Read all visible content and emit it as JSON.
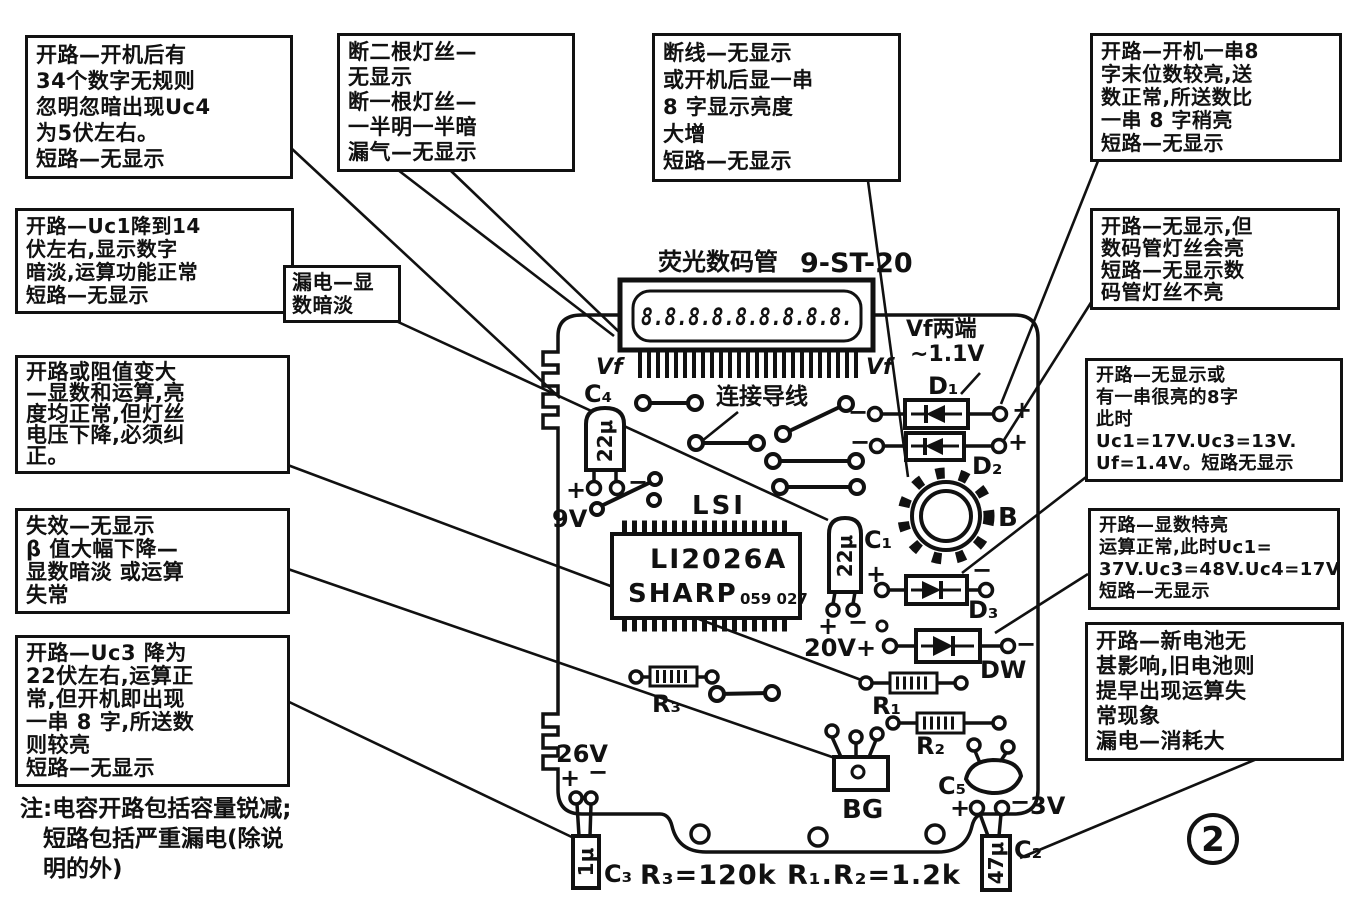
{
  "figure": {
    "number": "2",
    "formula": "R₃=120k R₁.R₂=1.2k",
    "note_lines": [
      "注:电容开路包括容量锐减;",
      "　短路包括严重漏电(除说",
      "　明的外)"
    ]
  },
  "callouts": [
    {
      "id": "c4",
      "lines": [
        "开路—开机后有",
        "34个数字无规则",
        "忽明忽暗出现Uc4",
        "为5伏左右。",
        "短路—无显示"
      ]
    },
    {
      "id": "filament",
      "lines": [
        "断二根灯丝—",
        "无显示",
        "断一根灯丝—",
        "一半明一半暗",
        "漏气—无显示"
      ]
    },
    {
      "id": "wire-b",
      "lines": [
        "断线—无显示",
        "或开机后显一串",
        "8 字显示亮度",
        "大增",
        "短路—无显示"
      ]
    },
    {
      "id": "d1",
      "lines": [
        "开路—开机一串8",
        "字末位数较亮,送",
        "数正常,所送数比",
        "一串 8 字稍亮",
        "短路—无显示"
      ]
    },
    {
      "id": "c1",
      "lines": [
        "开路—Uc1降到14",
        "伏左右,显示数字",
        "暗淡,运算功能正常",
        "短路—无显示"
      ]
    },
    {
      "id": "c1-leak",
      "lines": [
        "漏电—显",
        "数暗淡"
      ]
    },
    {
      "id": "d2",
      "lines": [
        "开路—无显示,但",
        "数码管灯丝会亮",
        "短路—无显示数",
        "码管灯丝不亮"
      ]
    },
    {
      "id": "r12",
      "lines": [
        "开路或阻值变大",
        "—显数和运算,亮",
        "度均正常,但灯丝",
        "电压下降,必须纠",
        "正。"
      ]
    },
    {
      "id": "d3",
      "lines": [
        "开路—无显示或",
        "有一串很亮的8字",
        "此时Uc1=17V.Uc3=13V.",
        "Uf=1.4V。短路无显示"
      ]
    },
    {
      "id": "bg",
      "lines": [
        "失效—无显示",
        "β 值大幅下降—",
        "显数暗淡 或运算",
        "失常"
      ]
    },
    {
      "id": "dw",
      "lines": [
        "开路—显数特亮",
        "运算正常,此时Uc1=",
        "37V.Uc3=48V.Uc4=17V",
        "短路—无显示"
      ]
    },
    {
      "id": "c3",
      "lines": [
        "开路—Uc3 降为",
        "22伏左右,运算正",
        "常,但开机即出现",
        "一串 8 字,所送数",
        "则较亮",
        "短路—无显示"
      ]
    },
    {
      "id": "battery",
      "lines": [
        "开路—新电池无",
        "甚影响,旧电池则",
        "提早出现运算失",
        "常现象",
        "漏电—消耗大"
      ]
    }
  ],
  "display": {
    "title": "荧光数码管",
    "model": "9-ST-20",
    "digits": "8.8.8.8.8.8.8.8.8.",
    "vf": "Vf",
    "vf_ends_label": "Vf两端",
    "vf_ends_value": "~1.1V"
  },
  "chip": {
    "tech": "LSI",
    "part": "LI2026A",
    "brand": "SHARP",
    "code": "059 027"
  },
  "wires_label": "连接导线",
  "components": {
    "c4": {
      "name": "C₄",
      "value": "22μ"
    },
    "c1": {
      "name": "C₁",
      "value": "22μ"
    },
    "c2": {
      "name": "C₂",
      "value": "47μ"
    },
    "c3": {
      "name": "C₃",
      "value": "1μ"
    },
    "c5": {
      "name": "C₅"
    },
    "d1": "D₁",
    "d2": "D₂",
    "d3": "D₃",
    "dw": "DW",
    "b": "B",
    "r1": "R₁",
    "r2": "R₂",
    "r3": "R₃",
    "bg": "BG"
  },
  "voltages": {
    "v9": "9V",
    "v20": "20V",
    "v26": "26V",
    "v3": "3V"
  },
  "signs": {
    "plus": "+",
    "minus": "−"
  }
}
